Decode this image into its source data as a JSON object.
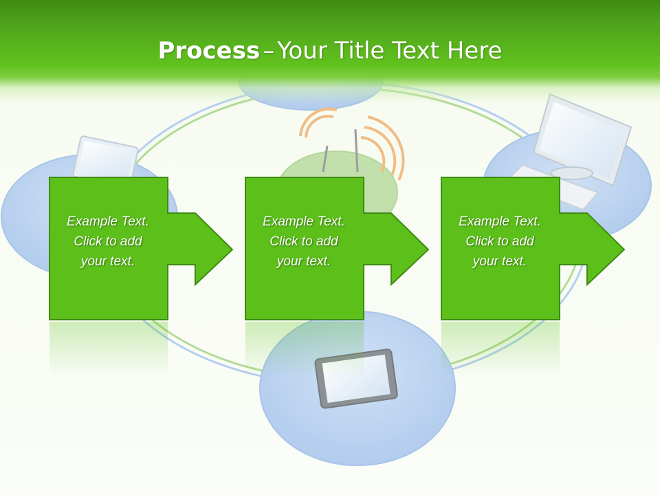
{
  "slide": {
    "title_bold": "Process",
    "title_dash": "–",
    "title_rest": "Your Title Text Here"
  },
  "steps": [
    {
      "line1": "Example Text.",
      "line2": "Click  to add",
      "line3": "your text."
    },
    {
      "line1": "Example Text.",
      "line2": "Click  to add",
      "line3": "your text."
    },
    {
      "line1": "Example Text.",
      "line2": "Click  to add",
      "line3": "your text."
    }
  ],
  "colors": {
    "header_green": "#4ea31a",
    "step_fill": "#5cbf1a",
    "step_stroke": "#3e8a12",
    "disc_blue": "#a9c8ef",
    "ring_green": "#9ccf6e",
    "wifi_orange": "#f1b272"
  },
  "icons": [
    "laptop-icon",
    "wifi-router-icon",
    "desktop-computer-icon",
    "tablet-icon"
  ]
}
